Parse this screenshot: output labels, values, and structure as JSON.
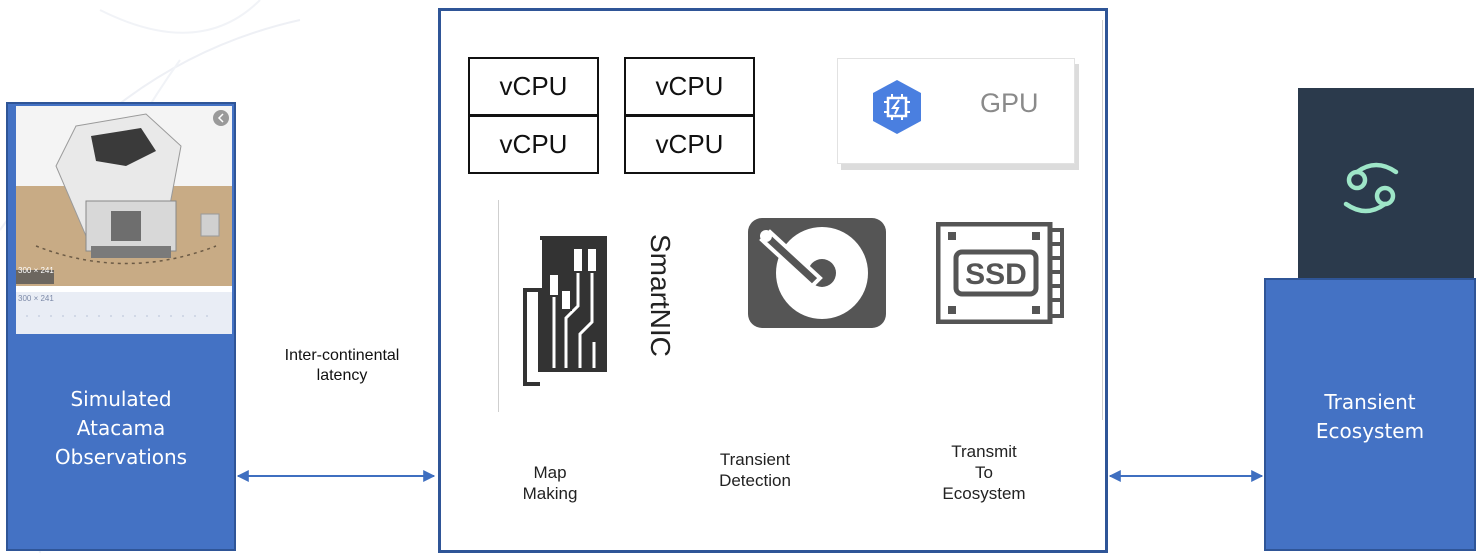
{
  "left": {
    "image_caption": "300 × 241",
    "image_caption_reflected": "300 × 241",
    "label_lines": [
      "Simulated",
      "Atacama",
      "Observations"
    ]
  },
  "link_label": [
    "Inter-continental",
    "latency"
  ],
  "compute": {
    "vcpus": [
      "vCPU",
      "vCPU",
      "vCPU",
      "vCPU"
    ],
    "gpu_label": "GPU",
    "smartnic_label": "SmartNIC",
    "ssd_label": "SSD"
  },
  "pipeline": {
    "map_making": [
      "Map",
      "Making"
    ],
    "transient_detection": [
      "Transient",
      "Detection"
    ],
    "transmit": [
      "Transmit",
      "To",
      "Ecosystem"
    ]
  },
  "right": {
    "label_lines": [
      "Transient",
      "Ecosystem"
    ],
    "icon": "cancer-zodiac-icon"
  },
  "colors": {
    "block_blue": "#4472c4",
    "border_blue": "#2f5597",
    "dark_slate": "#2b3a4c",
    "icon_mint": "#9ee6c8",
    "gpu_hex": "#4a7fe0"
  }
}
